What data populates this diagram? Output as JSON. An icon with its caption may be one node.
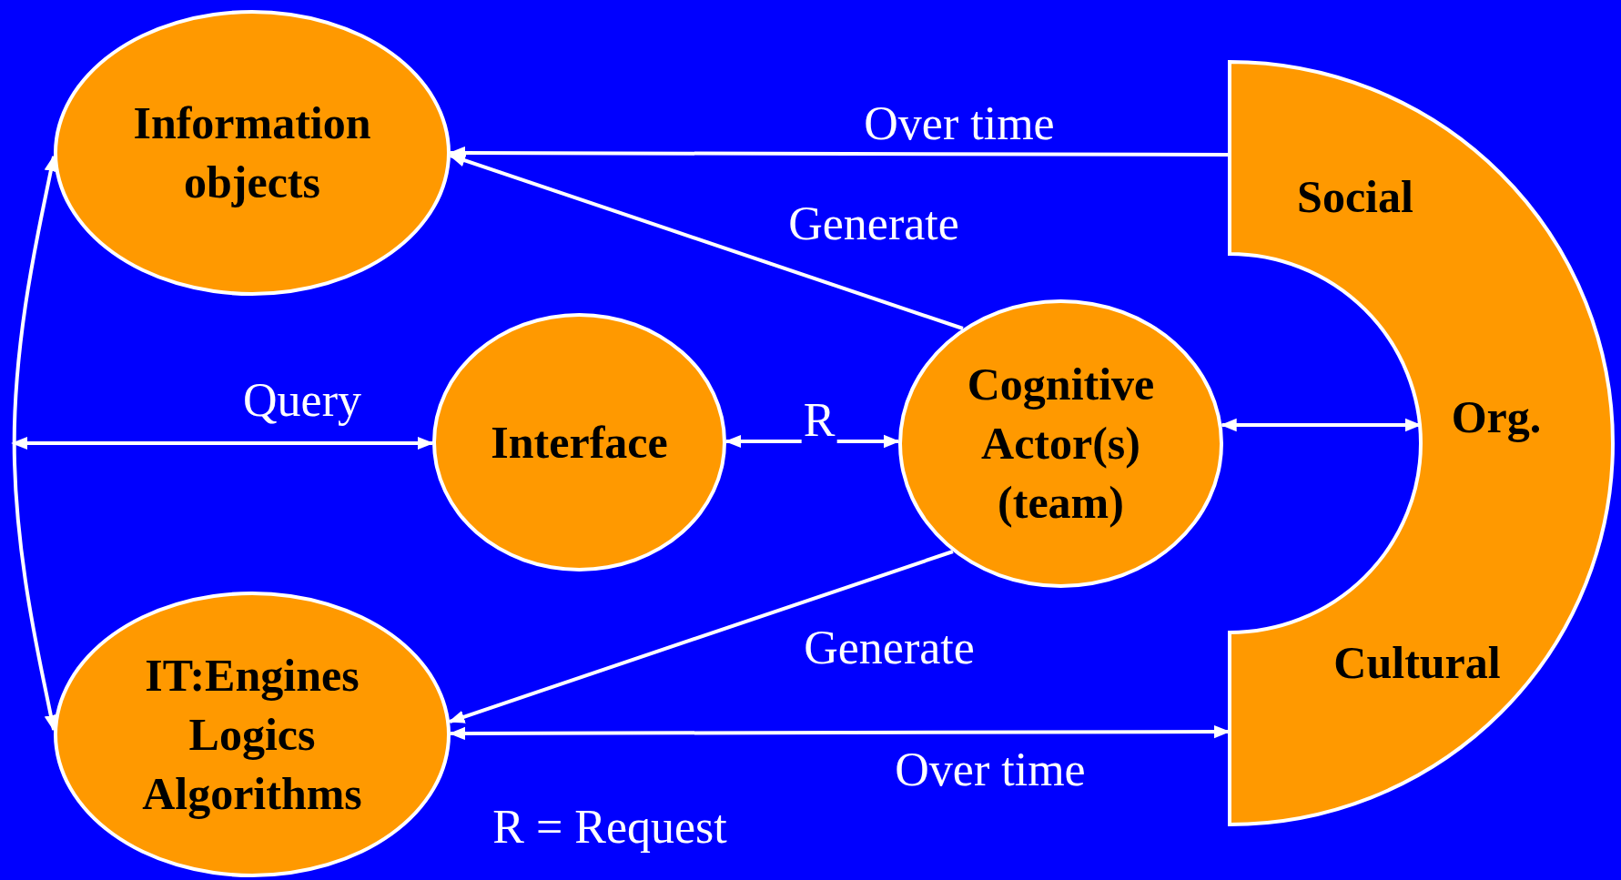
{
  "diagram": {
    "nodes": [
      {
        "text": [
          "Information objects"
        ]
      },
      {
        "text": [
          "Interface"
        ]
      },
      {
        "text": [
          "Cognitive Actor(s) (team)"
        ]
      },
      {
        "text": [
          "IT:Engines Logics Algorithms"
        ]
      },
      {
        "text": [
          "Social",
          "Org.",
          "Cultural"
        ]
      }
    ],
    "edges": [
      {
        "from": 4,
        "to": 0,
        "arrow": "to",
        "label": "Over time"
      },
      {
        "from": 2,
        "to": 0,
        "arrow": "to",
        "label": "Generate"
      },
      {
        "from": null,
        "to": 1,
        "arrow": "both",
        "label": "Query"
      },
      {
        "from": 1,
        "to": 2,
        "arrow": "both",
        "label": "R"
      },
      {
        "from": 2,
        "to": 4,
        "arrow": "both"
      },
      {
        "from": 2,
        "to": 3,
        "arrow": "to",
        "label": "Generate"
      },
      {
        "from": 3,
        "to": 4,
        "arrow": "both",
        "label": "Over time"
      },
      {
        "from": 0,
        "to": 3,
        "arrow": "both"
      }
    ],
    "labels": [
      "R = Request"
    ]
  }
}
